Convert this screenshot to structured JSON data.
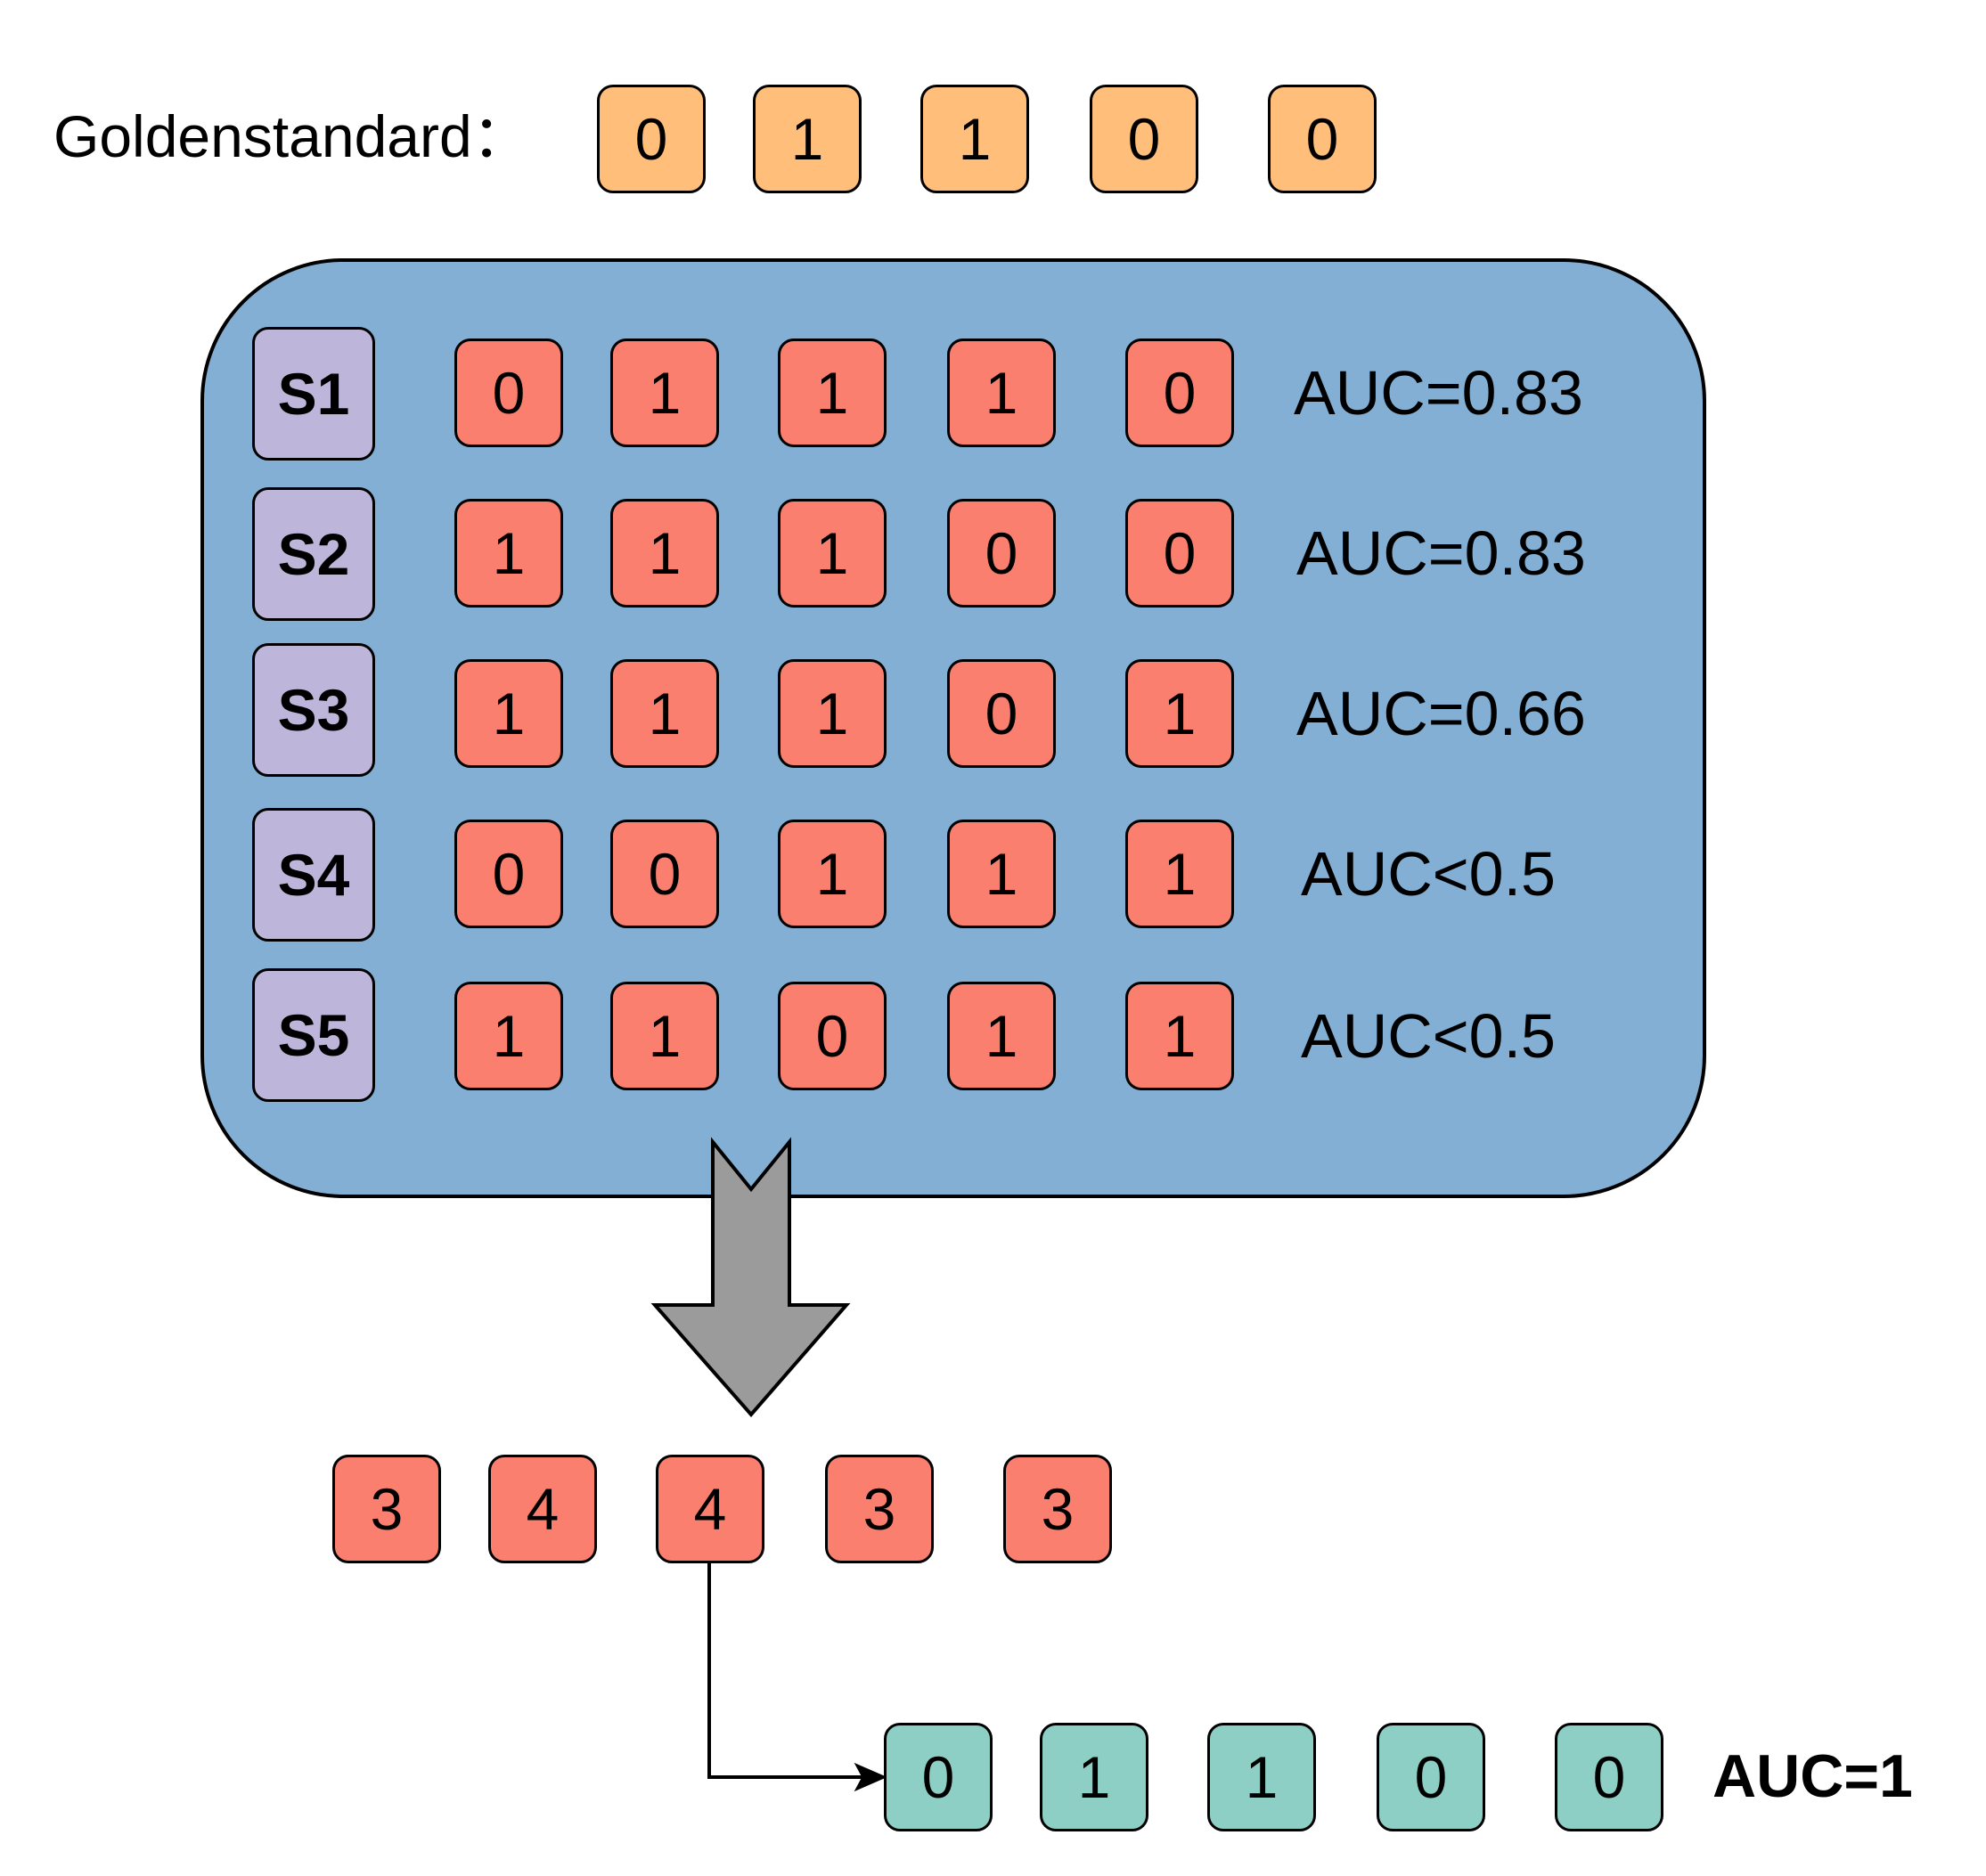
{
  "gold_standard": {
    "label": "Goldenstandard：",
    "values": [
      "0",
      "1",
      "1",
      "0",
      "0"
    ]
  },
  "samples": [
    {
      "label": "S1",
      "values": [
        "0",
        "1",
        "1",
        "1",
        "0"
      ],
      "auc": "AUC=0.83"
    },
    {
      "label": "S2",
      "values": [
        "1",
        "1",
        "1",
        "0",
        "0"
      ],
      "auc": "AUC=0.83"
    },
    {
      "label": "S3",
      "values": [
        "1",
        "1",
        "1",
        "0",
        "1"
      ],
      "auc": "AUC=0.66"
    },
    {
      "label": "S4",
      "values": [
        "0",
        "0",
        "1",
        "1",
        "1"
      ],
      "auc": "AUC<0.5"
    },
    {
      "label": "S5",
      "values": [
        "1",
        "1",
        "0",
        "1",
        "1"
      ],
      "auc": "AUC<0.5"
    }
  ],
  "sums": [
    "3",
    "4",
    "4",
    "3",
    "3"
  ],
  "result": {
    "values": [
      "0",
      "1",
      "1",
      "0",
      "0"
    ],
    "auc": "AUC=1"
  },
  "colors": {
    "gold": "#ffbf7a",
    "sample": "#fa7f6f",
    "result": "#8dcfc5",
    "row_label": "#bdb6da",
    "panel": "#82afd3",
    "arrow": "#9b9b9b"
  }
}
